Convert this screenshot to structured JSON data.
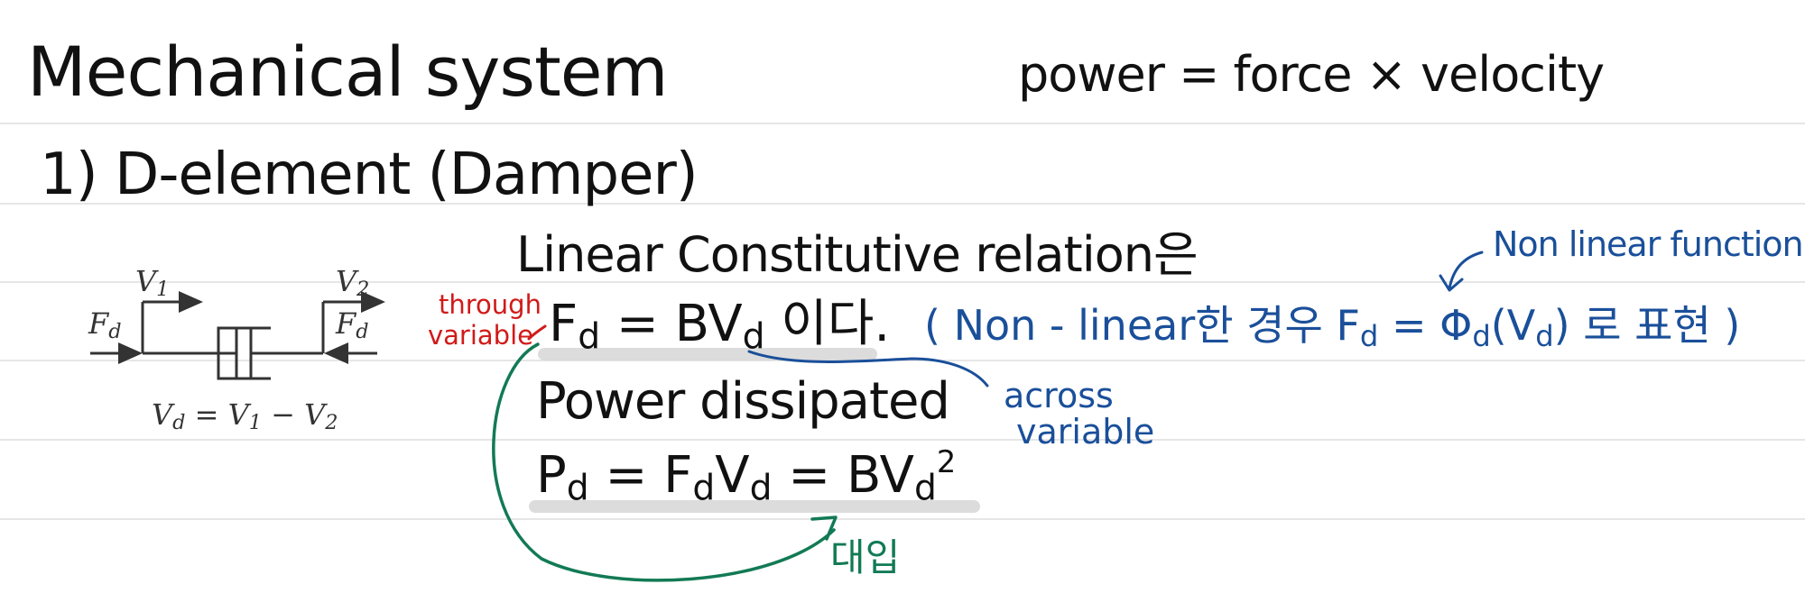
{
  "heading": {
    "title": "Mechanical system",
    "power_formula": "power = force × velocity"
  },
  "section": {
    "label": "1) D-element (Damper)"
  },
  "diagram": {
    "v1_label": "V",
    "v1_sub": "1",
    "v2_label": "V",
    "v2_sub": "2",
    "fd_left": "F",
    "fd_left_sub": "d",
    "fd_right": "F",
    "fd_right_sub": "d",
    "relation_lhs": "V",
    "relation_lhs_sub": "d",
    "relation_mid": " = V",
    "relation_mid_sub": "1",
    "relation_minus": " − V",
    "relation_rhs_sub": "2"
  },
  "notes": {
    "linear_heading": "Linear Constitutive relation은",
    "through_variable_1": "through",
    "through_variable_2": "variable",
    "eq_lhs": "F",
    "eq_lhs_sub": "d",
    "eq_rhs": " = BV",
    "eq_rhs_sub": "d",
    "eq_tail": " 이다.",
    "nonlinear_note_start": "( Non - linear한 경우  F",
    "nonlinear_note_sub": "d",
    "nonlinear_note_mid": " = Φ",
    "nonlinear_note_phi_sub": "d",
    "nonlinear_note_end": "(V",
    "nonlinear_note_v_sub": "d",
    "nonlinear_note_close": ") 로 표현 )",
    "nonlinear_function": "Non linear function",
    "across_variable_1": "across",
    "across_variable_2": "variable",
    "power_dissipated": "Power dissipated",
    "pd_lhs": "P",
    "pd_lhs_sub": "d",
    "pd_mid": " = F",
    "pd_mid_sub": "d",
    "pd_v": "V",
    "pd_v_sub": "d",
    "pd_rhs": " = BV",
    "pd_rhs_sub": "d",
    "pd_rhs_sup": "2",
    "substitute": "대입"
  },
  "colors": {
    "ink": "#111111",
    "red": "#d11a1a",
    "blue": "#1a4f9a",
    "green": "#127a55",
    "rule": "#e6e6e6",
    "highlight": "#d6d6d6"
  }
}
